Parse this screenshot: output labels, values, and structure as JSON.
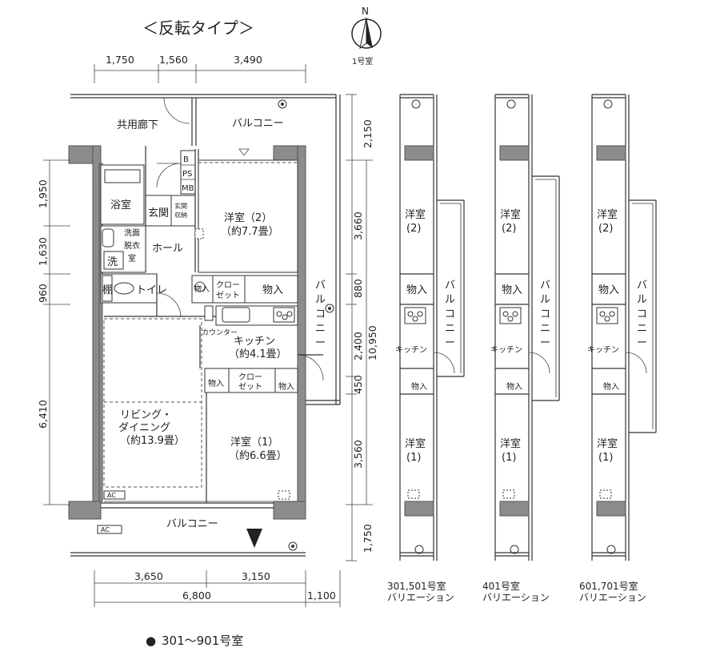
{
  "header": {
    "title": "＜反転タイプ＞",
    "north_letter": "N",
    "north_caption": "1号室"
  },
  "rooms": {
    "corridor": "共用廊下",
    "balcony_top": "バルコニー",
    "balcony_bottom": "バルコニー",
    "balcony_side": [
      "バ",
      "ル",
      "コ",
      "ニ",
      "ー"
    ],
    "bath": "浴室",
    "entrance": "玄関",
    "shoe_storage": [
      "玄関",
      "収納"
    ],
    "ps": "PS",
    "mb": "MB",
    "b": "B",
    "washroom": [
      "洗面",
      "脱衣",
      "室"
    ],
    "washer": "洗",
    "hall": "ホール",
    "toilet": "トイレ",
    "shelf": "棚",
    "western2_name": "洋室（2）",
    "western2_area": "（約7.7畳）",
    "storage_small": "物入",
    "storage": "物入",
    "closet": [
      "クロー",
      "ゼット"
    ],
    "counter": "カウンター",
    "kitchen_name": "キッチン",
    "kitchen_area": "（約4.1畳）",
    "ldk_name": [
      "リビング・",
      "ダイニング"
    ],
    "ldk_area": "（約13.9畳）",
    "western1_name": "洋室（1）",
    "western1_area": "（約6.6畳）",
    "ac": "AC"
  },
  "dimensions": {
    "top": [
      "1,750",
      "1,560",
      "3,490"
    ],
    "bottom_row1": [
      "3,650",
      "3,150"
    ],
    "bottom_total": "6,800",
    "bottom_extra": "1,100",
    "left": [
      "1,950",
      "1,630",
      "960",
      "6,410"
    ],
    "right": [
      "2,150",
      "3,660",
      "880",
      "2,400",
      "450",
      "3,560",
      "1,750"
    ],
    "right_total": "10,950"
  },
  "variations": [
    {
      "label": [
        "301,501号室",
        "バリエーション"
      ],
      "w2": [
        "洋室",
        "(2)"
      ],
      "storage": "物入",
      "kitchen": "キッチン",
      "w1": [
        "洋室",
        "(1)"
      ],
      "storage2": "物入",
      "balcony": [
        "バ",
        "ル",
        "コ",
        "ニ",
        "ー"
      ]
    },
    {
      "label": [
        "401号室",
        "バリエーション"
      ],
      "w2": [
        "洋室",
        "(2)"
      ],
      "storage": "物入",
      "kitchen": "キッチン",
      "w1": [
        "洋室",
        "(1)"
      ],
      "storage2": "物入",
      "balcony": [
        "バ",
        "ル",
        "コ",
        "ニ",
        "ー"
      ]
    },
    {
      "label": [
        "601,701号室",
        "バリエーション"
      ],
      "w2": [
        "洋室",
        "(2)"
      ],
      "storage": "物入",
      "kitchen": "キッチン",
      "w1": [
        "洋室",
        "(1)"
      ],
      "storage2": "物入",
      "balcony": [
        "バ",
        "ル",
        "コ",
        "ニ",
        "ー"
      ]
    }
  ],
  "footer": {
    "bullet": "●",
    "units": "301〜901号室"
  }
}
